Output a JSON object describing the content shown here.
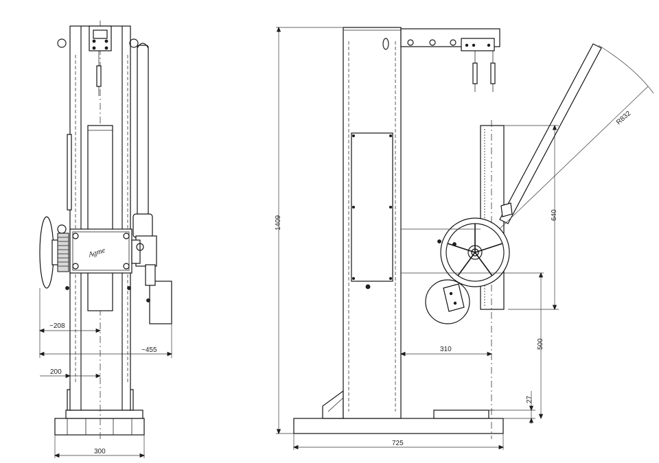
{
  "dimensions": {
    "front_handwheel_offset": "~208",
    "front_overall_width": "~455",
    "front_column_width": "200",
    "front_base_width": "300",
    "side_total_height": "1409",
    "side_stroke": "640",
    "side_lever_radius": "R832",
    "side_reach": "310",
    "side_table_height": "500",
    "side_plate_thickness": "27",
    "side_base_length": "725"
  },
  "logo": {
    "text": "Agme"
  },
  "colors": {
    "line": "#1a1a1a",
    "fill": "#d8d8d8",
    "background": "#ffffff"
  }
}
